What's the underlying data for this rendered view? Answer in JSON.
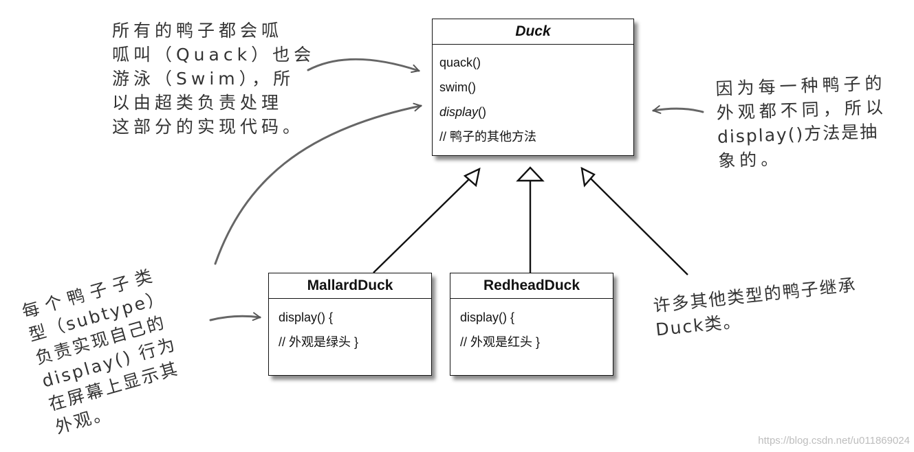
{
  "classes": {
    "duck": {
      "name": "Duck",
      "members": [
        "quack()",
        "swim()",
        "display()",
        "//  鸭子的其他方法"
      ]
    },
    "mallard": {
      "name": "MallardDuck",
      "members": [
        "display() {",
        "//  外观是绿头 }"
      ]
    },
    "redhead": {
      "name": "RedheadDuck",
      "members": [
        "display() {",
        "//   外观是红头 }"
      ]
    }
  },
  "notes": {
    "top_left": [
      "所有的鸭子都会呱",
      "呱叫（Quack）也会",
      "游泳（Swim），所",
      "以由超类负责处理",
      "这部分的实现代码。"
    ],
    "right": [
      "因为每一种鸭子的",
      "外观都不同，所以",
      "display()方法是抽",
      "象的。"
    ],
    "bottom_left": [
      "每个鸭子子类",
      "型（subtype）",
      "负责实现自己的",
      "display() 行为",
      "在屏幕上显示其",
      "外观。"
    ],
    "bottom_right": [
      "许多其他类型的鸭子继承",
      "Duck类。"
    ]
  },
  "watermark": "https://blog.csdn.net/u011869024"
}
